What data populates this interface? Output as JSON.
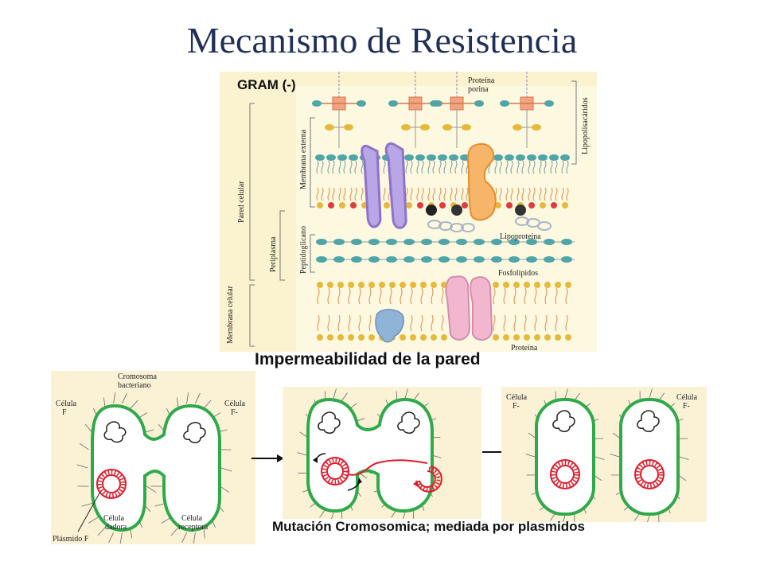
{
  "slide": {
    "title": "Mecanismo de Resistencia",
    "caption_top": "Impermeabilidad de la pared",
    "caption_bottom": "Mutación Cromosomica; mediada por plasmidos"
  },
  "membrane_diagram": {
    "header": "GRAM (-)",
    "labels": {
      "porin": "Proteína\nporina",
      "lps": "Lipopolisacáridos",
      "outer_membrane": "Membrana externa",
      "cell_wall": "Pared celular",
      "periplasm": "Periplasma",
      "peptidoglycan": "Peptidoglicano",
      "lipoprotein": "Lipoproteína",
      "phospholipids": "Fosfolípidos",
      "cell_membrane": "Membrana celular",
      "protein": "Proteína"
    },
    "colors": {
      "background": "#fbf3cf",
      "pale": "#fdf8e0",
      "lipid_head": "#e7b93a",
      "teal": "#4fa6a8",
      "porin": "#f3a37f",
      "purple": "#8f72c9",
      "orange": "#f5a64c",
      "pink": "#f2b7cf",
      "blue": "#8fb4d7"
    }
  },
  "conjugation_panels": {
    "labels": {
      "chromosome": "Cromosoma\nbacteriano",
      "donor_left": "Célula\nF",
      "recipient_right": "Célula\nF-",
      "donor_cell": "Célula\ndadora",
      "recipient_cell": "Célula\nreceptora",
      "plasmid": "Plásmido F",
      "result_left": "Célula\nF-",
      "result_right": "Célula\nF-"
    },
    "colors": {
      "background": "#fbf2d6",
      "membrane": "#2faa4b",
      "plasmid": "#e11b2b",
      "arrow": "#111111"
    }
  }
}
